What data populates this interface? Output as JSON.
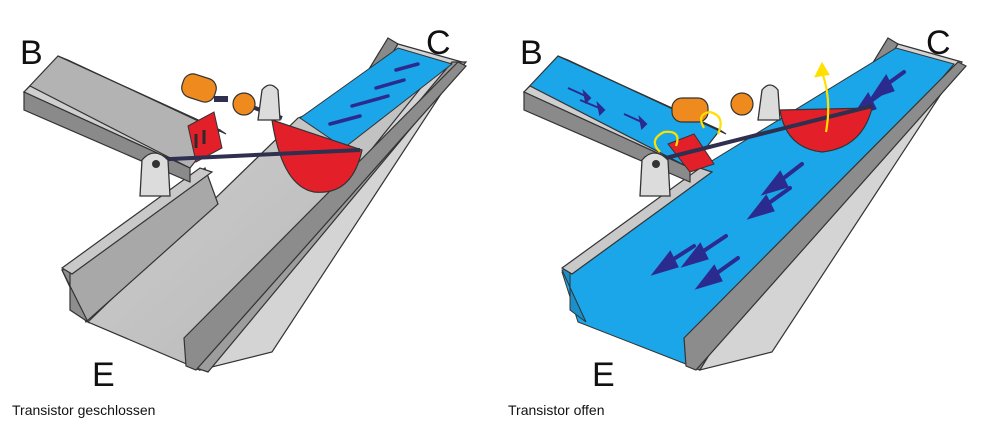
{
  "left_panel": {
    "labels": {
      "base": "B",
      "collector": "C",
      "emitter": "E"
    },
    "caption": "Transistor geschlossen"
  },
  "right_panel": {
    "labels": {
      "base": "B",
      "collector": "C",
      "emitter": "E"
    },
    "caption": "Transistor offen"
  },
  "colors": {
    "water": "#1aa6e8",
    "channel_light": "#c6c6c6",
    "channel_mid": "#a9a9a9",
    "channel_dark": "#7c7c7c",
    "gate": "#e3202a",
    "counterweight": "#ee8a1e",
    "arrow": "#2b2b8f",
    "motion": "#ffe000"
  }
}
